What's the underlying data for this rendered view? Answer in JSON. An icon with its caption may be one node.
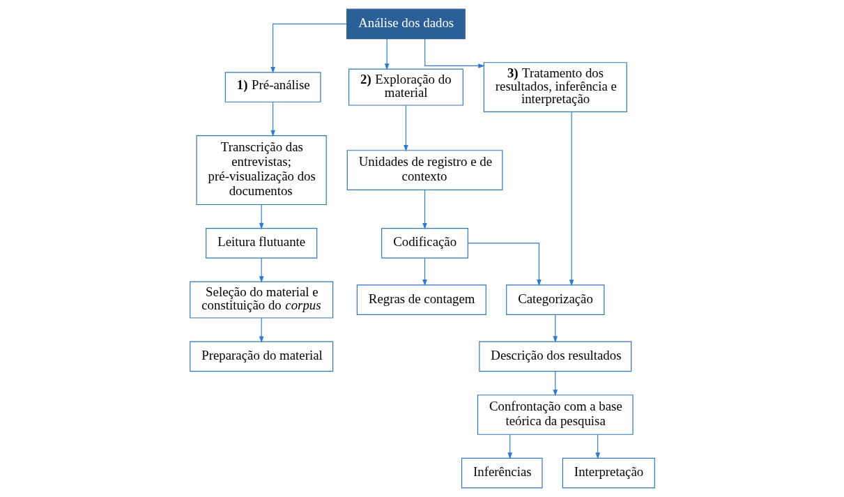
{
  "diagram": {
    "nodes": [
      {
        "text": [
          "Análise dos dados"
        ]
      },
      {
        "text": [
          "**1)** Pré-análise"
        ]
      },
      {
        "text": [
          "**2)** Exploração do material"
        ]
      },
      {
        "text": [
          "**3)** Tratamento dos resultados, inferência e interpretação"
        ]
      },
      {
        "text": [
          "Transcrição das entrevistas; pré-visualização dos documentos"
        ]
      },
      {
        "text": [
          "Leitura flutuante"
        ]
      },
      {
        "text": [
          "Seleção do material e constituição do *corpus*"
        ]
      },
      {
        "text": [
          "Preparação do material"
        ]
      },
      {
        "text": [
          "Unidades de registro e de contexto"
        ]
      },
      {
        "text": [
          "Codificação"
        ]
      },
      {
        "text": [
          "Regras de contagem"
        ]
      },
      {
        "text": [
          "Categorização"
        ]
      },
      {
        "text": [
          "Descrição dos resultados"
        ]
      },
      {
        "text": [
          "Confrontação com a base teórica da pesquisa"
        ]
      },
      {
        "text": [
          "Inferências"
        ]
      },
      {
        "text": [
          "Interpretação"
        ]
      }
    ],
    "edges": [
      {
        "from": 0,
        "to": 1,
        "arrow": "to"
      },
      {
        "from": 0,
        "to": 2,
        "arrow": "to"
      },
      {
        "from": 0,
        "to": 3,
        "arrow": "to"
      },
      {
        "from": 1,
        "to": 4,
        "arrow": "to"
      },
      {
        "from": 4,
        "to": 5,
        "arrow": "to"
      },
      {
        "from": 5,
        "to": 6,
        "arrow": "to"
      },
      {
        "from": 6,
        "to": 7,
        "arrow": "to"
      },
      {
        "from": 2,
        "to": 8,
        "arrow": "to"
      },
      {
        "from": 8,
        "to": 9,
        "arrow": "to"
      },
      {
        "from": 9,
        "to": 10,
        "arrow": "to"
      },
      {
        "from": 9,
        "to": 11,
        "arrow": "to"
      },
      {
        "from": 3,
        "to": 11,
        "arrow": "to"
      },
      {
        "from": 11,
        "to": 12,
        "arrow": "to"
      },
      {
        "from": 12,
        "to": 13,
        "arrow": "to"
      },
      {
        "from": 13,
        "to": 14,
        "arrow": "to"
      },
      {
        "from": 13,
        "to": 15,
        "arrow": "to"
      }
    ]
  }
}
